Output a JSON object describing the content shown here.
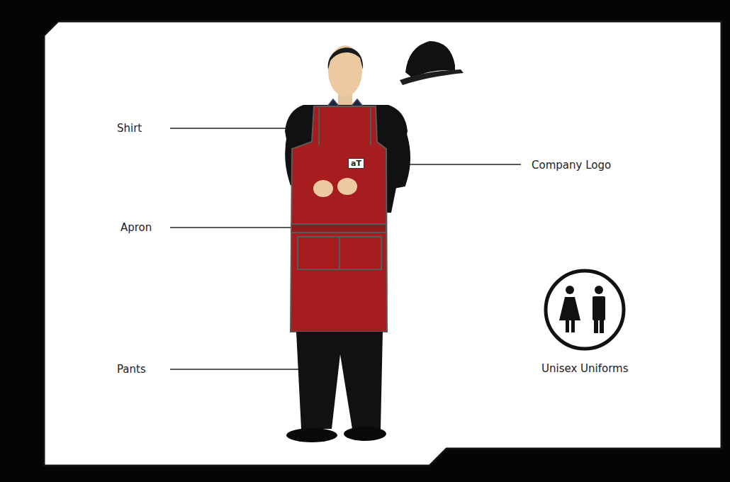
{
  "diagram": {
    "labels": [
      "Shirt",
      "Company Logo",
      "Apron",
      "Pants",
      "aT",
      "Unisex Uniforms"
    ]
  }
}
